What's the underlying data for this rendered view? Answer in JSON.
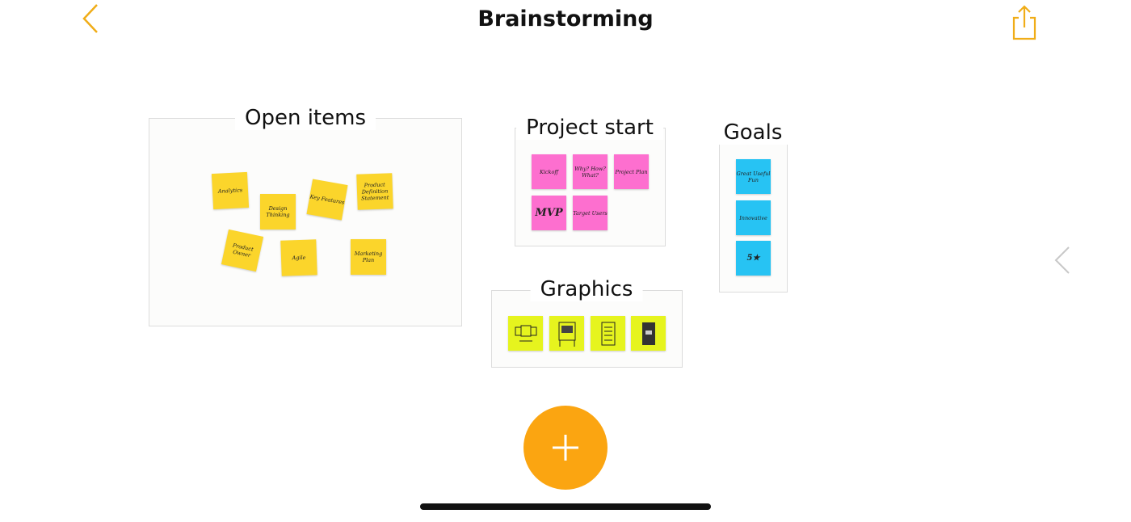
{
  "header": {
    "title": "Brainstorming",
    "back_icon": "chevron-left-icon",
    "share_icon": "share-icon"
  },
  "groups": {
    "open_items": {
      "title": "Open items",
      "notes": [
        "Analytics",
        "Design Thinking",
        "Key Features",
        "Product Definition Statement",
        "Product Owner",
        "Agile",
        "Marketing Plan"
      ]
    },
    "project_start": {
      "title": "Project start",
      "notes": [
        "Kickoff",
        "Why? How? What?",
        "Project Plan",
        "MVP",
        "Target Users"
      ]
    },
    "goals": {
      "title": "Goals",
      "notes": [
        "Great Useful Fun",
        "Innovative",
        "5★"
      ]
    },
    "graphics": {
      "title": "Graphics"
    }
  },
  "colors": {
    "accent": "#fba511",
    "yellow": "#fbd52b",
    "pink": "#fd6fcf",
    "blue": "#27c3f3",
    "green": "#e6f41e"
  }
}
